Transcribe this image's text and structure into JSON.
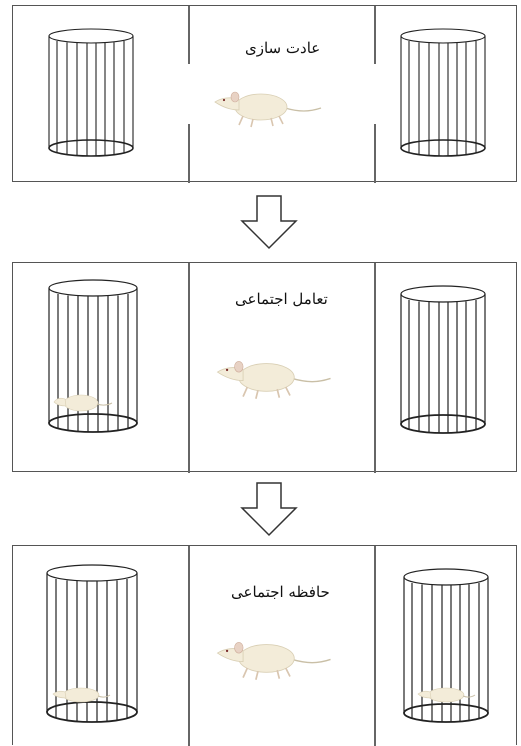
{
  "stages": [
    {
      "label": "عادت سازی",
      "left_cage": "empty",
      "right_cage": "empty"
    },
    {
      "label": "تعامل اجتماعی",
      "left_cage": "mouse",
      "right_cage": "empty"
    },
    {
      "label": "حافظه اجتماعی",
      "left_cage": "mouse",
      "right_cage": "mouse"
    }
  ],
  "icons": {
    "arrow": "down-arrow-icon",
    "cage": "wire-cage-icon",
    "mouse": "mouse-icon"
  },
  "colors": {
    "mouse_body": "#f3ecd9",
    "mouse_shade": "#d9cfb4",
    "cage_bars": "#222222",
    "panel_border": "#555555"
  }
}
